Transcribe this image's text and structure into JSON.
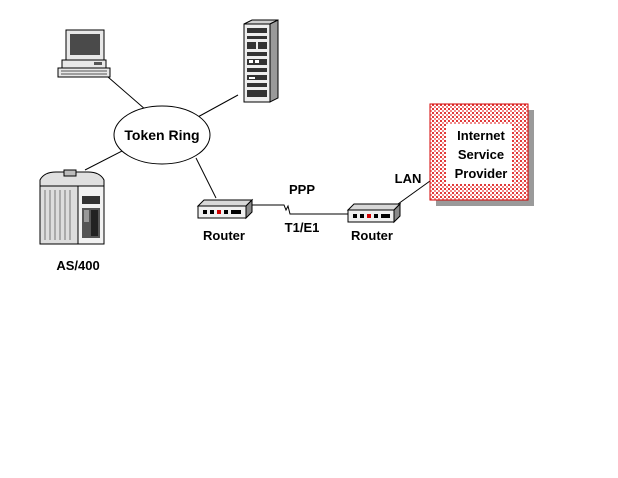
{
  "network": {
    "token_ring": "Token Ring",
    "ppp": "PPP",
    "link": "T1/E1",
    "lan": "LAN",
    "router_left": "Router",
    "router_right": "Router",
    "as400": "AS/400",
    "isp": {
      "line1": "Internet",
      "line2": "Service",
      "line3": "Provider"
    }
  },
  "colors": {
    "isp_fill": "#f3b9b9",
    "isp_border": "#d40000",
    "isp_shadow": "#9a9a9a",
    "screen": "#4a4a4a",
    "router_led": "#d40000"
  }
}
